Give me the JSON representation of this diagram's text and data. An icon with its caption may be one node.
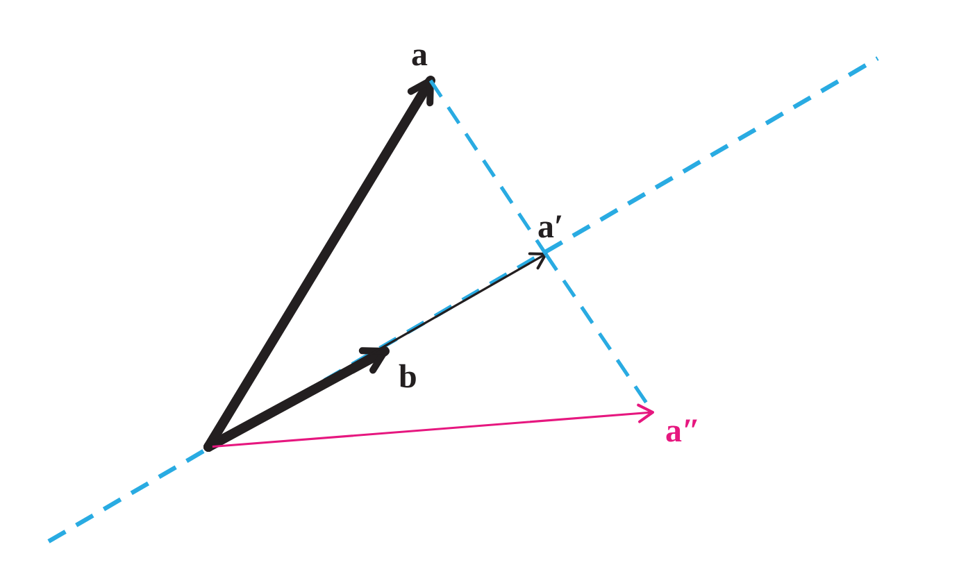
{
  "diagram": {
    "nodes": [
      {
        "text": [],
        "shape": "point"
      },
      {
        "text": [
          "a"
        ]
      },
      {
        "text": [
          "b"
        ]
      },
      {
        "text": [
          "a′"
        ]
      },
      {
        "text": [
          "a″"
        ]
      }
    ],
    "edges": [
      {
        "from": 0,
        "to": 1,
        "arrow": "to",
        "style": "thick"
      },
      {
        "from": 0,
        "to": 2,
        "arrow": "to",
        "style": "thick"
      },
      {
        "from": 0,
        "to": 3,
        "arrow": "to"
      },
      {
        "from": 0,
        "to": 4,
        "arrow": "to",
        "color": "#e6177f"
      },
      {
        "from": 1,
        "to": 3,
        "arrow": "none",
        "style": "dashed",
        "color": "#29abe2"
      },
      {
        "from": 3,
        "to": 4,
        "arrow": "none",
        "style": "dashed",
        "color": "#29abe2"
      }
    ]
  }
}
